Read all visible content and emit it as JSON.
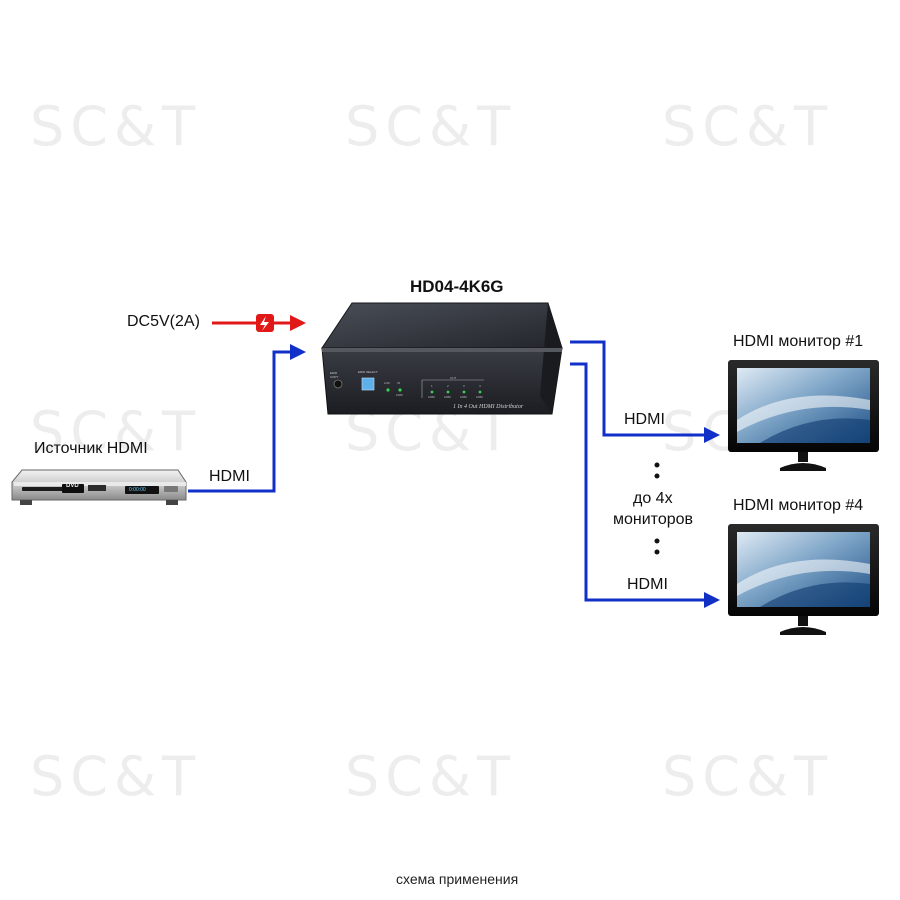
{
  "watermark": "SC&T",
  "title": "HD04-4K6G",
  "power_label": "DC5V(2A)",
  "source": {
    "label": "Источник HDMI",
    "link_label": "HDMI",
    "player_badge": "DVD",
    "display": "0:00:00"
  },
  "device": {
    "edid_label": "EDID COPY",
    "edid_select": "EDID SELECT",
    "led_labels": [
      "LNK",
      "IN",
      "OUT",
      "1",
      "2",
      "3",
      "4",
      "1080",
      "1080",
      "1080",
      "1080",
      "1080"
    ],
    "model_text": "1 In 4 Out HDMI Distributor"
  },
  "outputs": [
    {
      "monitor_label": "HDMI монитор #1",
      "link_label": "HDMI"
    },
    {
      "monitor_label": "HDMI монитор #4",
      "link_label": "HDMI"
    }
  ],
  "middle_note": {
    "line1": "до 4х",
    "line2": "мониторов"
  },
  "caption": "схема применения",
  "colors": {
    "signal": "#1030c8",
    "power": "#e01818",
    "bolt": "#e01818"
  }
}
